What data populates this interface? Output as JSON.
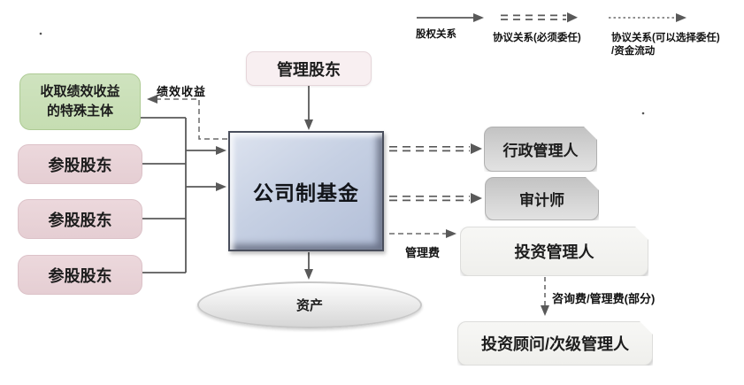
{
  "legend": {
    "equity": {
      "label": "股权关系"
    },
    "agreement_mandatory": {
      "label": "协议关系(必须委任)"
    },
    "agreement_optional": {
      "label": "协议关系(可以选择委任)",
      "label2": "/资金流动"
    }
  },
  "nodes": {
    "special_entity": {
      "label_line1": "收取绩效收益",
      "label_line2": "的特殊主体"
    },
    "shareholders": [
      {
        "label": "参股股东"
      },
      {
        "label": "参股股东"
      },
      {
        "label": "参股股东"
      }
    ],
    "managing_shareholder": {
      "label": "管理股东"
    },
    "fund": {
      "label": "公司制基金"
    },
    "administrator": {
      "label": "行政管理人"
    },
    "auditor": {
      "label": "审计师"
    },
    "investment_manager": {
      "label": "投资管理人"
    },
    "investment_advisor": {
      "label": "投资顾问/次级管理人"
    },
    "assets": {
      "label": "资产"
    }
  },
  "edge_labels": {
    "performance_income": "绩效收益",
    "management_fee": "管理费",
    "consulting_fee": "咨询费/管理费(部分)"
  },
  "colors": {
    "special_entity_green": "#c6ddb2",
    "shareholder_pink": "#e5ced3",
    "managing_shareholder_pink": "#f8eff1",
    "fund_blue": "#c6d0e3",
    "service_gray": "#d5d5d5",
    "light_gray": "#efefec",
    "connector_gray": "#595959"
  }
}
